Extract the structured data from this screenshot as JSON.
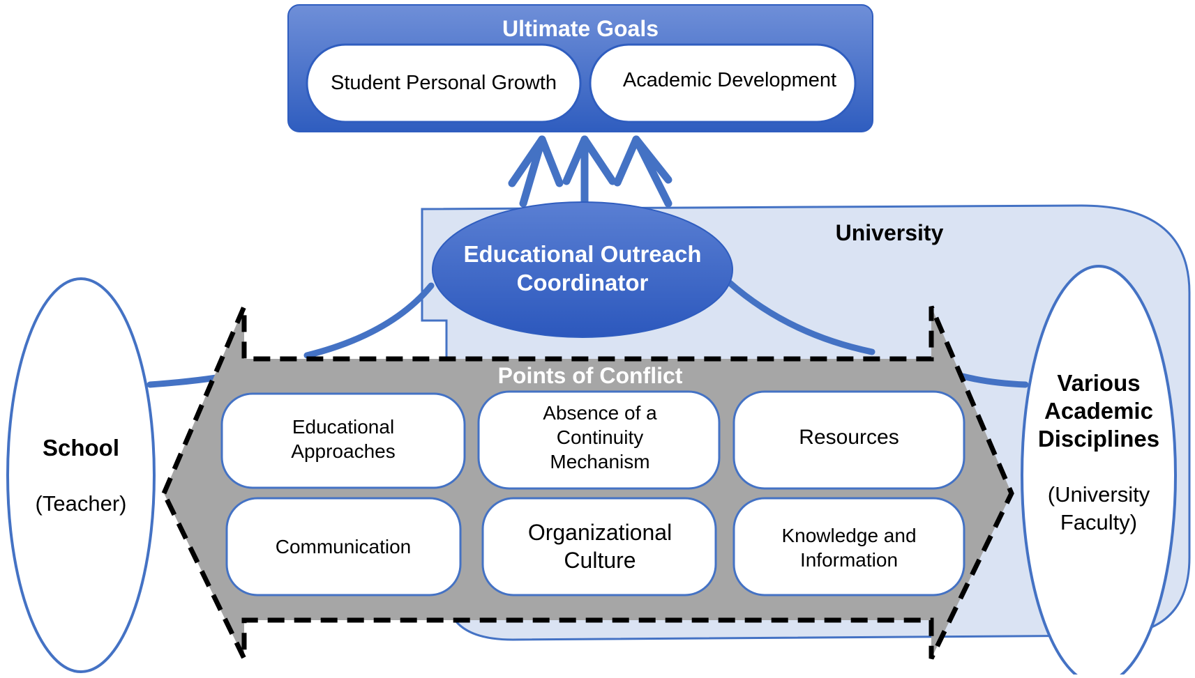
{
  "ultimate_goals": {
    "title": "Ultimate Goals",
    "items": [
      "Student Personal Growth",
      "Academic Development"
    ]
  },
  "university": {
    "label": "University"
  },
  "coordinator": {
    "line1": "Educational Outreach",
    "line2": "Coordinator"
  },
  "school": {
    "name": "School",
    "role": "(Teacher)"
  },
  "disciplines": {
    "name_lines": [
      "Various",
      "Academic",
      "Disciplines"
    ],
    "role_lines": [
      "(University",
      "Faculty)"
    ]
  },
  "conflict": {
    "title": "Points of Conflict",
    "items": [
      {
        "lines": [
          "Educational",
          "Approaches"
        ]
      },
      {
        "lines": [
          "Absence of a",
          "Continuity",
          "Mechanism"
        ]
      },
      {
        "lines": [
          "Resources"
        ]
      },
      {
        "lines": [
          "Communication"
        ]
      },
      {
        "lines": [
          "Organizational",
          "Culture"
        ]
      },
      {
        "lines": [
          "Knowledge and",
          "Information"
        ]
      }
    ]
  },
  "colors": {
    "blue_dark": "#2f5dbf",
    "blue_light": "#6f8fd8",
    "outline": "#4472c4",
    "university_fill": "#dae3f3",
    "gray": "#a6a6a6"
  }
}
